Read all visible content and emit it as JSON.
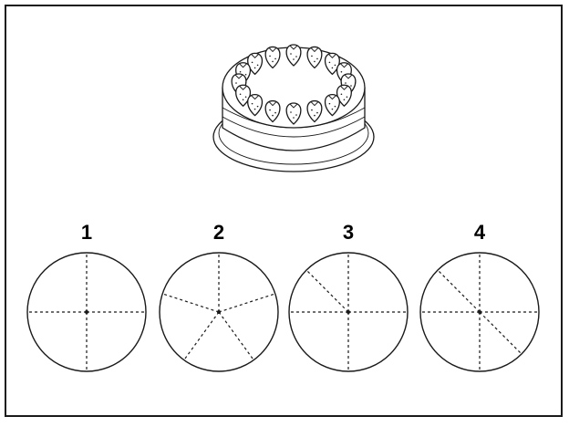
{
  "colors": {
    "ink": "#1a1a1a",
    "background": "#ffffff"
  },
  "cake": {
    "icon": "strawberry-cake-icon"
  },
  "options": [
    {
      "label": "1",
      "slice_angles_deg": [
        0,
        90,
        180,
        270
      ]
    },
    {
      "label": "2",
      "slice_angles_deg": [
        90,
        162,
        234,
        306,
        18
      ]
    },
    {
      "label": "3",
      "slice_angles_deg": [
        90,
        135,
        180,
        270,
        0
      ]
    },
    {
      "label": "4",
      "slice_angles_deg": [
        90,
        135,
        180,
        270,
        0,
        315
      ]
    }
  ]
}
